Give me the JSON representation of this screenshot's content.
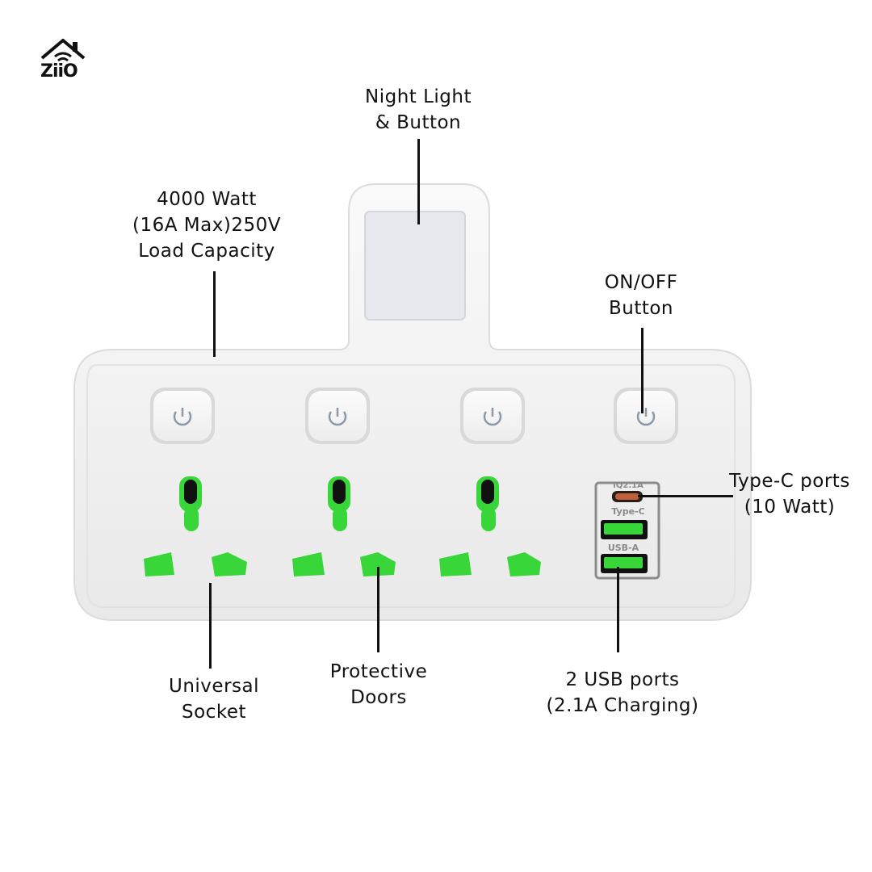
{
  "brand": {
    "logo_text": "ZiiO"
  },
  "callouts": {
    "night_light": {
      "line1": "Night Light",
      "line2": "& Button"
    },
    "load_capacity": {
      "line1": "4000 Watt",
      "line2": "(16A Max)250V",
      "line3": "Load Capacity"
    },
    "on_off": {
      "line1": "ON/OFF",
      "line2": "Button"
    },
    "type_c": {
      "line1": "Type-C ports",
      "line2": "(10 Watt)"
    },
    "universal_socket": {
      "line1": "Universal",
      "line2": "Socket"
    },
    "protective_doors": {
      "line1": "Protective",
      "line2": "Doors"
    },
    "usb_ports": {
      "line1": "2 USB ports",
      "line2": "(2.1A Charging)"
    }
  },
  "device": {
    "usb_panel": {
      "top_label": "IQ2.1A",
      "typec_label": "Type-C",
      "usba_label": "USB-A"
    },
    "switch_count": 4,
    "socket_count": 3,
    "colors": {
      "body": "#f1f1f1",
      "door_green": "#39d63a",
      "button": "#f7f7f7",
      "night_light": "#e7e8ee"
    }
  }
}
